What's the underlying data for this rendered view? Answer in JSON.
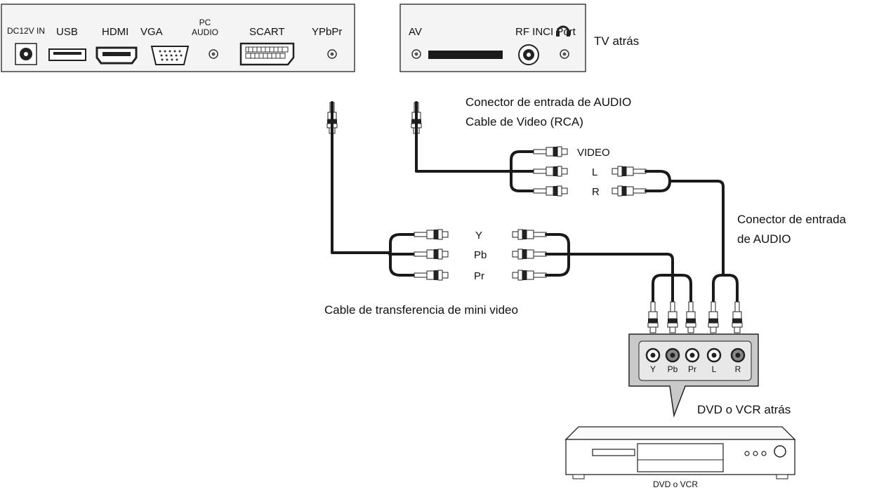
{
  "tv_panel_left": {
    "ports": {
      "dc": "DC12V IN",
      "usb": "USB",
      "hdmi": "HDMI",
      "vga": "VGA",
      "pc_audio_1": "PC",
      "pc_audio_2": "AUDIO",
      "scart": "SCART",
      "ypbpr": "YPbPr"
    }
  },
  "tv_panel_right": {
    "ports": {
      "av": "AV",
      "rf": "RF INCI Port"
    },
    "label": "TV atrás"
  },
  "av_cable": {
    "caption_1": "Conector de entrada de AUDIO",
    "caption_2": "Cable de Video (RCA)",
    "plugs": {
      "video": "VIDEO",
      "l": "L",
      "r": "R"
    }
  },
  "audio_connector": {
    "caption_1": "Conector de entrada",
    "caption_2": "de AUDIO"
  },
  "component_cable": {
    "plugs": {
      "y": "Y",
      "pb": "Pb",
      "pr": "Pr"
    },
    "caption": "Cable de transferencia de mini video"
  },
  "dvd_panel": {
    "jacks": {
      "y": "Y",
      "pb": "Pb",
      "pr": "Pr",
      "l": "L",
      "r": "R"
    },
    "label": "DVD o VCR atrás"
  },
  "dvd_player": {
    "label": "DVD o VCR"
  },
  "colors": {
    "line": "#1a1a1a",
    "panel": "#f4f4f4",
    "dvd_panel": "#c9c9c9"
  }
}
